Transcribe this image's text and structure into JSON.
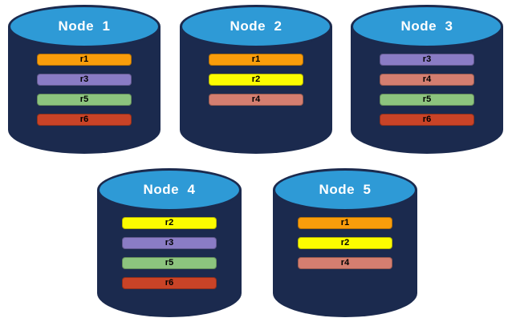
{
  "diagram": {
    "colors": {
      "cylinder_body": "#1B2A4E",
      "cylinder_top": "#2E9AD6",
      "node_label_text": "#FFFFFF",
      "replica_text": "#000000",
      "replicas": {
        "r1": "#F99D0B",
        "r2": "#FCFC00",
        "r3": "#8A7CC5",
        "r4": "#D47E70",
        "r5": "#8CC47E",
        "r6": "#C94327"
      }
    },
    "nodes": [
      {
        "label": "Node  1",
        "replicas": [
          "r1",
          "r3",
          "r5",
          "r6"
        ]
      },
      {
        "label": "Node  2",
        "replicas": [
          "r1",
          "r2",
          "r4"
        ]
      },
      {
        "label": "Node  3",
        "replicas": [
          "r3",
          "r4",
          "r5",
          "r6"
        ]
      },
      {
        "label": "Node  4",
        "replicas": [
          "r2",
          "r3",
          "r5",
          "r6"
        ]
      },
      {
        "label": "Node  5",
        "replicas": [
          "r1",
          "r2",
          "r4"
        ]
      }
    ]
  }
}
